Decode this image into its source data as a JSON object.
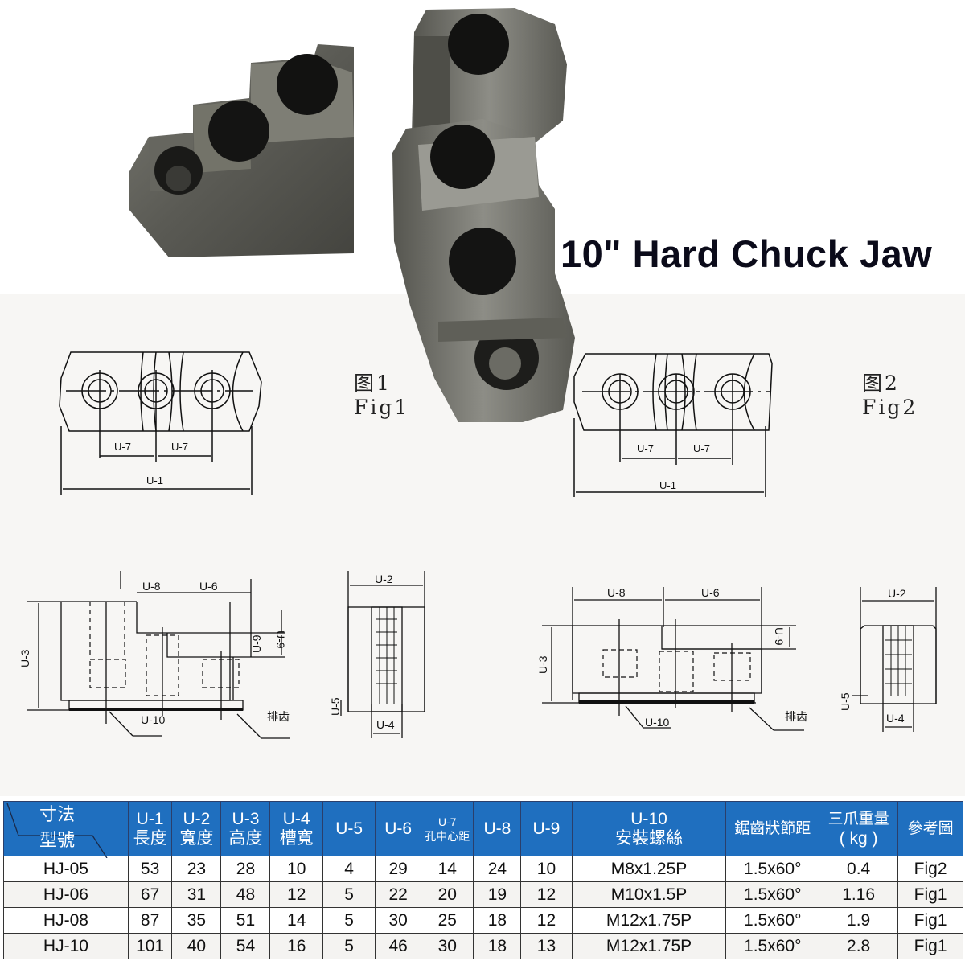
{
  "title": "10\" Hard Chuck Jaw",
  "figures": {
    "fig1": {
      "cn": "图1",
      "en": "Fig1"
    },
    "fig2": {
      "cn": "图2",
      "en": "Fig2"
    }
  },
  "drawing_labels": {
    "u1": "U-1",
    "u2": "U-2",
    "u3": "U-3",
    "u4": "U-4",
    "u5": "U-5",
    "u6": "U-6",
    "u7": "U-7",
    "u8": "U-8",
    "u9": "U-9",
    "u10": "U-10",
    "serration": "排齿"
  },
  "table": {
    "corner_top": "寸法",
    "corner_bottom": "型號",
    "headers": [
      {
        "code": "U-1",
        "desc": "長度"
      },
      {
        "code": "U-2",
        "desc": "寬度"
      },
      {
        "code": "U-3",
        "desc": "高度"
      },
      {
        "code": "U-4",
        "desc": "槽寬"
      },
      {
        "code": "U-5",
        "desc": ""
      },
      {
        "code": "U-6",
        "desc": ""
      },
      {
        "code": "U-7",
        "desc": "孔中心距"
      },
      {
        "code": "U-8",
        "desc": ""
      },
      {
        "code": "U-9",
        "desc": ""
      },
      {
        "code": "U-10",
        "desc": "安裝螺絲"
      },
      {
        "code": "鋸齒狀節距",
        "desc": ""
      },
      {
        "code": "三爪重量",
        "desc": "( kg )"
      },
      {
        "code": "參考圖",
        "desc": ""
      }
    ],
    "rows": [
      {
        "model": "HJ-05",
        "u1": "53",
        "u2": "23",
        "u3": "28",
        "u4": "10",
        "u5": "4",
        "u6": "29",
        "u7": "14",
        "u8": "24",
        "u9": "10",
        "u10": "M8x1.25P",
        "pitch": "1.5x60°",
        "weight": "0.4",
        "fig": "Fig2"
      },
      {
        "model": "HJ-06",
        "u1": "67",
        "u2": "31",
        "u3": "48",
        "u4": "12",
        "u5": "5",
        "u6": "22",
        "u7": "20",
        "u8": "19",
        "u9": "12",
        "u10": "M10x1.5P",
        "pitch": "1.5x60°",
        "weight": "1.16",
        "fig": "Fig1"
      },
      {
        "model": "HJ-08",
        "u1": "87",
        "u2": "35",
        "u3": "51",
        "u4": "14",
        "u5": "5",
        "u6": "30",
        "u7": "25",
        "u8": "18",
        "u9": "12",
        "u10": "M12x1.75P",
        "pitch": "1.5x60°",
        "weight": "1.9",
        "fig": "Fig1"
      },
      {
        "model": "HJ-10",
        "u1": "101",
        "u2": "40",
        "u3": "54",
        "u4": "16",
        "u5": "5",
        "u6": "46",
        "u7": "30",
        "u8": "18",
        "u9": "13",
        "u10": "M12x1.75P",
        "pitch": "1.5x60°",
        "weight": "2.8",
        "fig": "Fig1"
      }
    ]
  },
  "colors": {
    "header_blue": "#1f6fbf",
    "title": "#0b0b1a",
    "steel": "#5d5d57"
  }
}
